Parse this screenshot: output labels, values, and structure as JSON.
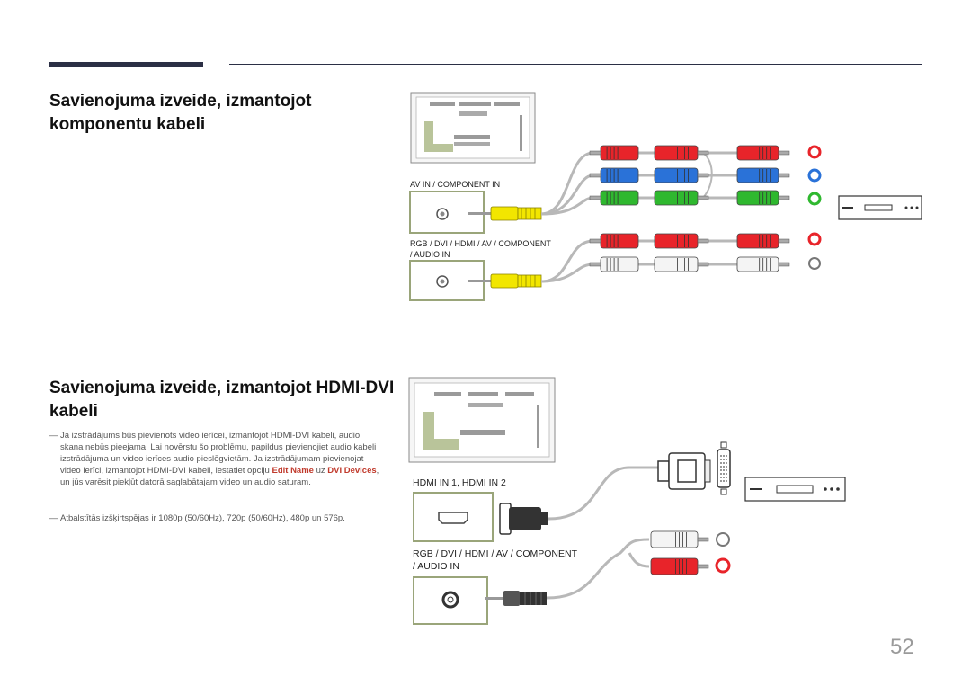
{
  "header": {
    "bar_color": "#2b2f45"
  },
  "section1": {
    "title_line1": "Savienojuma izveide, izmantojot",
    "title_line2": "komponentu kabeli",
    "label_av": "AV IN / COMPONENT IN",
    "label_audio_line1": "RGB / DVI / HDMI / AV / COMPONENT",
    "label_audio_line2": "/ AUDIO IN"
  },
  "section2": {
    "title_line1": "Savienojuma izveide, izmantojot HDMI-DVI",
    "title_line2": "kabeli",
    "note1_dash": "―",
    "note1_part1": "Ja izstrādājums būs pievienots video ierīcei, izmantojot HDMI-DVI kabeli, audio skaņa nebūs pieejama. Lai novērstu šo problēmu, papildus pievienojiet audio kabeli izstrādājuma un video ierīces audio pieslēgvietām. Ja izstrādājumam pievienojat video ierīci, izmantojot HDMI-DVI kabeli, iestatiet opciju ",
    "note1_highlight1": "Edit Name",
    "note1_part2": " uz ",
    "note1_highlight2": "DVI Devices",
    "note1_part3": ", un jūs varēsit piekļūt datorā saglabātajam video un audio saturam.",
    "note2_dash": "―",
    "note2": "Atbalstītās izšķirtspējas ir 1080p (50/60Hz), 720p (50/60Hz), 480p un 576p.",
    "label_hdmi": "HDMI IN 1, HDMI IN 2",
    "label_audio_line1": "RGB / DVI / HDMI / AV / COMPONENT",
    "label_audio_line2": "/ AUDIO IN"
  },
  "colors": {
    "red": "#e8242a",
    "blue": "#2a72d8",
    "green": "#2fb82f",
    "yellow": "#f2e600",
    "white": "#f4f4f4",
    "panel_border": "#9aa57a",
    "cable": "#b8b8b8"
  },
  "page_number": "52"
}
